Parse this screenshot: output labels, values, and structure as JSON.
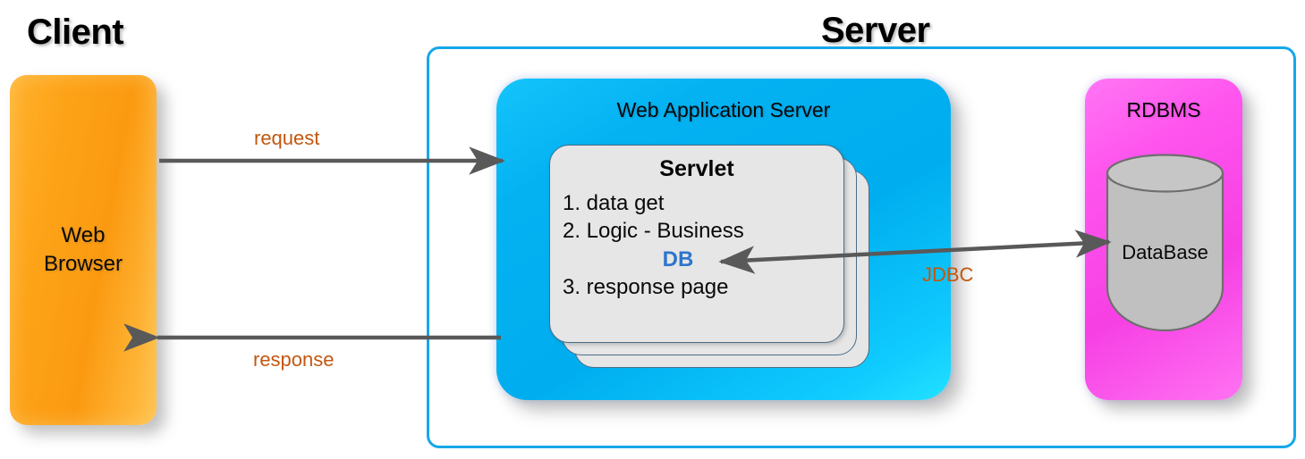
{
  "diagram": {
    "title_client": "Client",
    "title_server": "Server",
    "client": {
      "browser_label_line1": "Web",
      "browser_label_line2": "Browser",
      "box_color": "#FDA318"
    },
    "server": {
      "boundary_color": "#16A7E8",
      "web_application_server": {
        "label": "Web Application Server",
        "box_color": "#00AEEF",
        "servlet": {
          "heading": "Servlet",
          "steps": [
            "1. data get",
            "2. Logic - Business",
            "3. response page"
          ],
          "db_keyword": "DB",
          "db_keyword_color": "#2E75CC",
          "card_color": "#E6E6E6",
          "card_count": 3
        }
      },
      "rdbms": {
        "label": "RDBMS",
        "box_color": "#F63FE4",
        "database_label": "DataBase",
        "cylinder_color": "#BFBFBF"
      }
    },
    "arrows": [
      {
        "label": "request",
        "direction": "right",
        "color": "#595959",
        "label_color": "#C3570F"
      },
      {
        "label": "response",
        "direction": "left",
        "color": "#595959",
        "label_color": "#C3570F"
      },
      {
        "label": "JDBC",
        "direction": "both",
        "color": "#595959",
        "label_color": "#C3570F"
      }
    ]
  }
}
